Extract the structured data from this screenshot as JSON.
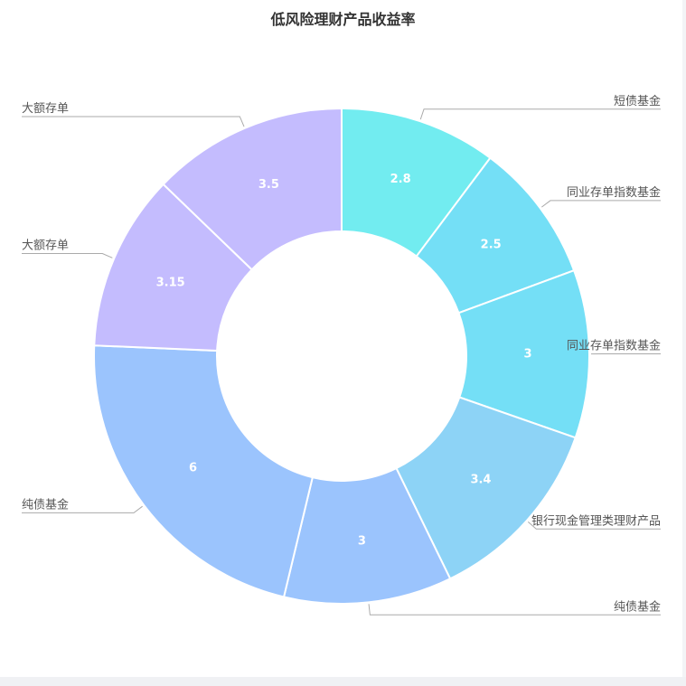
{
  "chart_data": {
    "type": "pie",
    "variant": "donut",
    "title": "低风险理财产品收益率",
    "slices": [
      {
        "label": "短债基金",
        "value": 2.8,
        "color": "#72ecf0"
      },
      {
        "label": "同业存单指数基金",
        "value": 2.5,
        "color": "#74dff6"
      },
      {
        "label": "同业存单指数基金",
        "value": 3,
        "color": "#74dff6"
      },
      {
        "label": "银行现金管理类理财产品",
        "value": 3.4,
        "color": "#8dd3f6"
      },
      {
        "label": "纯债基金",
        "value": 3,
        "color": "#9bc4fd"
      },
      {
        "label": "纯债基金",
        "value": 6,
        "color": "#9bc4fd"
      },
      {
        "label": "大额存单",
        "value": 3.15,
        "color": "#c4bcfe"
      },
      {
        "label": "大额存单",
        "value": 3.5,
        "color": "#c4bcfe"
      }
    ]
  }
}
